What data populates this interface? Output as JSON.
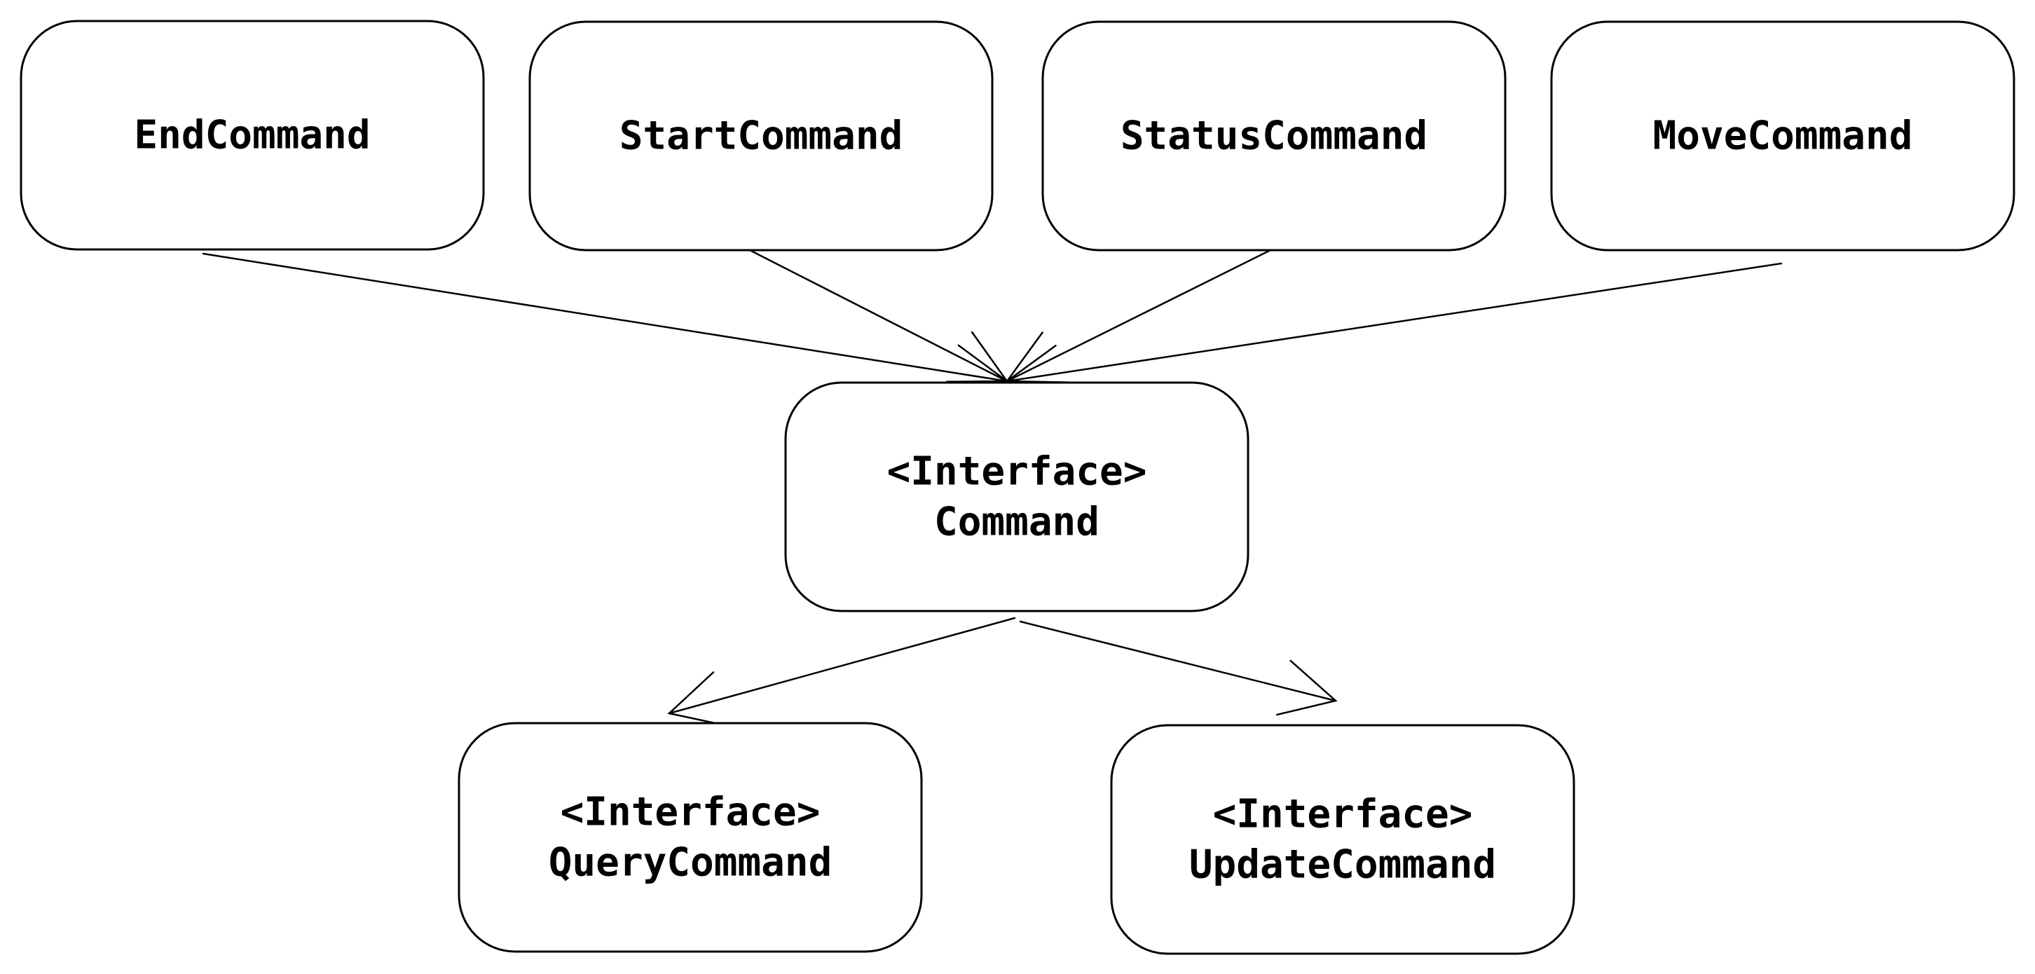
{
  "diagram": {
    "nodes": [
      {
        "id": "end-command",
        "lines": [
          "EndCommand"
        ]
      },
      {
        "id": "start-command",
        "lines": [
          "StartCommand"
        ]
      },
      {
        "id": "status-command",
        "lines": [
          "StatusCommand"
        ]
      },
      {
        "id": "move-command",
        "lines": [
          "MoveCommand"
        ]
      },
      {
        "id": "command",
        "lines": [
          "<Interface>",
          "Command"
        ]
      },
      {
        "id": "query-command",
        "lines": [
          "<Interface>",
          "QueryCommand"
        ]
      },
      {
        "id": "update-command",
        "lines": [
          "<Interface>",
          "UpdateCommand"
        ]
      }
    ],
    "edges": [
      {
        "from": "end-command",
        "to": "command"
      },
      {
        "from": "start-command",
        "to": "command"
      },
      {
        "from": "status-command",
        "to": "command"
      },
      {
        "from": "move-command",
        "to": "command"
      },
      {
        "from": "command",
        "to": "query-command"
      },
      {
        "from": "command",
        "to": "update-command"
      }
    ]
  }
}
